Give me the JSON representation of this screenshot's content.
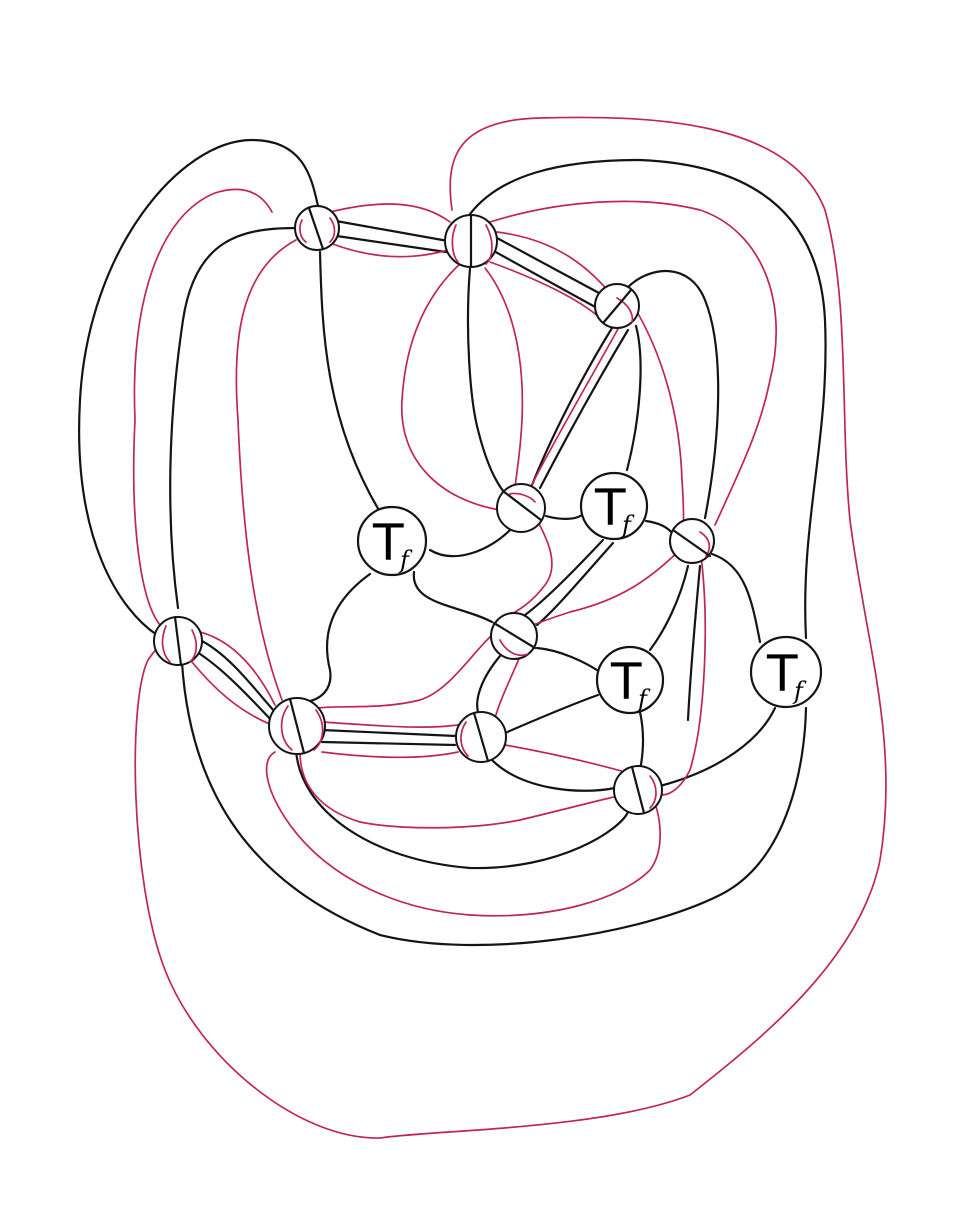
{
  "nodes": {
    "t1": {
      "label": "T",
      "sub": "f"
    },
    "t2": {
      "label": "T",
      "sub": "f"
    },
    "t3": {
      "label": "T",
      "sub": "f"
    },
    "t4": {
      "label": "T",
      "sub": "f"
    }
  },
  "colors": {
    "black_strands": "#141414",
    "red_strands": "#c0245a"
  }
}
